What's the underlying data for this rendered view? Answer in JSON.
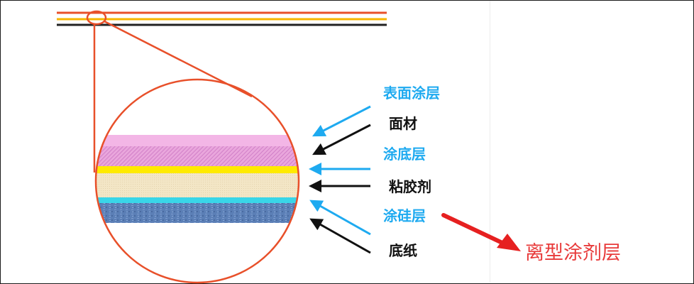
{
  "colors": {
    "top_line_red": "#e8502a",
    "top_line_yellow": "#f7b500",
    "top_line_black": "#222222",
    "magnifier": "#e8502a",
    "face_layer": "#e9a6dc",
    "face_layer_light": "#f3b6e6",
    "primer_layer": "#ffea00",
    "adhesive_layer": "#f3e6c6",
    "silicone_layer": "#39d6e8",
    "base_paper": "#5b7fb6",
    "blue_label": "#1eaaf0",
    "black_label": "#111111",
    "highlight_arrow": "#e62020",
    "highlight_text": "#e83a3a"
  },
  "labels": [
    {
      "id": "surface-coating",
      "text": "表面涂层",
      "color": "blue"
    },
    {
      "id": "face-material",
      "text": "面材",
      "color": "black"
    },
    {
      "id": "primer-coating",
      "text": "涂底层",
      "color": "blue"
    },
    {
      "id": "adhesive",
      "text": "粘胶剂",
      "color": "black"
    },
    {
      "id": "silicone-coating",
      "text": "涂硅层",
      "color": "blue"
    },
    {
      "id": "base-paper",
      "text": "底纸",
      "color": "black"
    }
  ],
  "callout": {
    "text": "离型涂剂层"
  }
}
